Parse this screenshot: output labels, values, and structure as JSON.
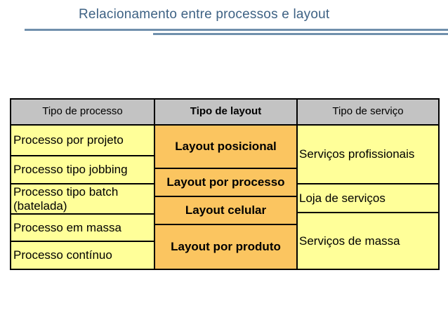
{
  "slide": {
    "title": "Relacionamento entre processos e layout"
  },
  "table": {
    "columns": [
      {
        "header": "Tipo de processo",
        "cells": [
          "Processo por projeto",
          "Processo tipo jobbing",
          "Processo tipo batch (batelada)",
          "Processo em massa",
          "Processo contínuo"
        ]
      },
      {
        "header": "Tipo de layout",
        "cells": [
          "Layout posicional",
          "Layout por processo",
          "Layout celular",
          "Layout por produto"
        ]
      },
      {
        "header": "Tipo de serviço",
        "cells": [
          "Serviços profissionais",
          "Loja de serviços",
          "Serviços de massa"
        ]
      }
    ]
  },
  "colors": {
    "title_text": "#3E6284",
    "underline": "#7090AC",
    "header_fill": "#C3C3C3",
    "process_fill": "#FFFF99",
    "layout_fill": "#FBC560",
    "service_fill": "#FFFF99",
    "border": "#000000"
  }
}
